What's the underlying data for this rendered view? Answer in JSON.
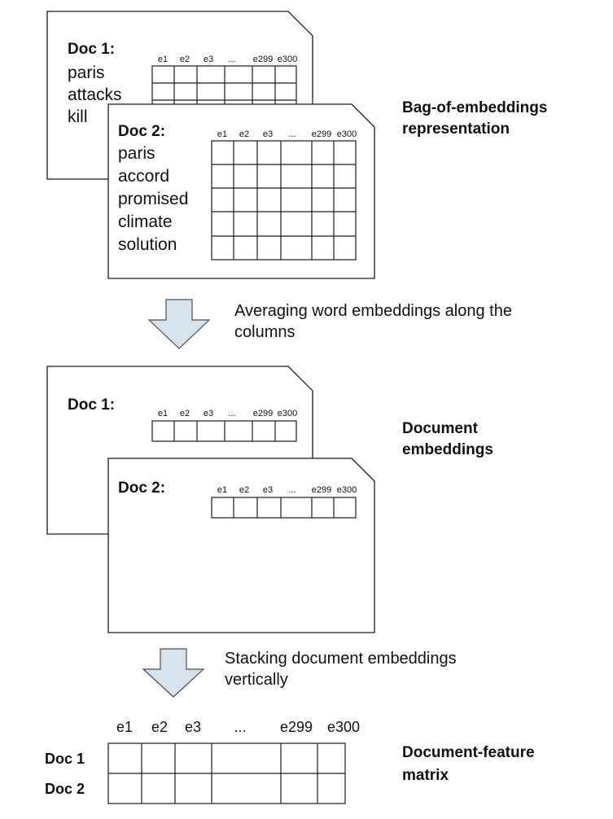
{
  "columns": [
    "e1",
    "e2",
    "e3",
    "...",
    "e299",
    "e300"
  ],
  "section1": {
    "doc1": {
      "title": "Doc 1:",
      "words": [
        "paris",
        "attacks",
        "kill"
      ]
    },
    "doc2": {
      "title": "Doc 2:",
      "words": [
        "paris",
        "accord",
        "promised",
        "climate",
        "solution"
      ]
    },
    "caption": [
      "Bag-of-embeddings",
      "representation"
    ]
  },
  "step1": [
    "Averaging word embeddings along the",
    "columns"
  ],
  "section2": {
    "doc1": {
      "title": "Doc 1:"
    },
    "doc2": {
      "title": "Doc 2:"
    },
    "caption": [
      "Document",
      "embeddings"
    ]
  },
  "step2": [
    "Stacking document embeddings",
    "vertically"
  ],
  "section3": {
    "rows": [
      "Doc 1",
      "Doc 2"
    ],
    "caption": [
      "Document-feature",
      "matrix"
    ]
  },
  "colors": {
    "arrow_fill": "#d6e3ec",
    "stroke": "#1a1a1a"
  }
}
